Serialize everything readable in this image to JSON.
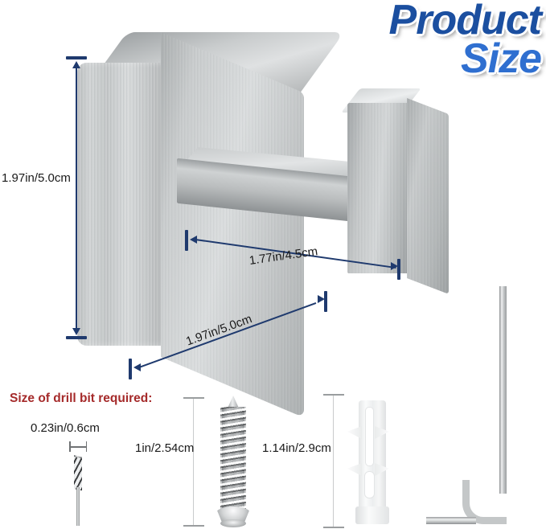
{
  "title": {
    "line1": "Product",
    "line2": "Size"
  },
  "product": {
    "name": "square-wall-hook",
    "dimensions": {
      "height": "1.97in/5.0cm",
      "depth": "1.77in/4.5cm",
      "width": "1.97in/5.0cm"
    }
  },
  "hardware": {
    "drill": {
      "heading": "Size of drill bit required:",
      "size": "0.23in/0.6cm"
    },
    "screw": {
      "size": "1in/2.54cm"
    },
    "anchor": {
      "size": "1.14in/2.9cm"
    },
    "wrench": {
      "label": "allen-wrench"
    }
  },
  "colors": {
    "title_primary": "#1b4fa0",
    "title_secondary": "#2f6fd0",
    "dimension_line": "#1f3a6e",
    "drill_heading": "#a52a2a",
    "metal": "#c3c6c7"
  }
}
